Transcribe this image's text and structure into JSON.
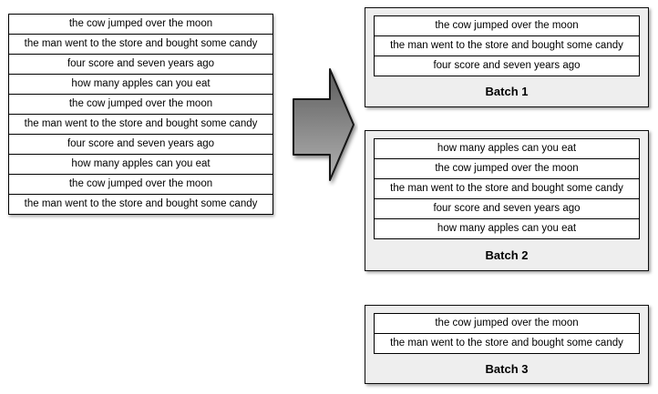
{
  "diagram": {
    "source_list": {
      "rows": [
        "the cow jumped over the moon",
        "the man went to the store and bought some candy",
        "four score and seven years ago",
        "how many apples can you eat",
        "the cow jumped over the moon",
        "the man went to the store and bought some candy",
        "four score and seven years ago",
        "how many apples can you eat",
        "the cow jumped over the moon",
        "the man went to the store and bought some candy"
      ]
    },
    "arrow": {
      "icon": "right-arrow",
      "gradient_top": "#5c5c5c",
      "gradient_bottom": "#b2b2b2",
      "outline": "#141414"
    },
    "batches": [
      {
        "label": "Batch 1",
        "rows": [
          "the cow jumped over the moon",
          "the man went to the store and bought some candy",
          "four score and seven years ago"
        ]
      },
      {
        "label": "Batch 2",
        "rows": [
          "how many apples can you eat",
          "the cow jumped over the moon",
          "the man went to the store and bought some candy",
          "four score and seven years ago",
          "how many apples can you eat"
        ]
      },
      {
        "label": "Batch 3",
        "rows": [
          "the cow jumped over the moon",
          "the man went to the store and bought some candy"
        ]
      }
    ],
    "colors": {
      "row_bg": "#ffffff",
      "row_border": "#000000",
      "batch_bg": "#eeeeee",
      "batch_border": "#0d0d0d",
      "text": "#000000"
    }
  }
}
